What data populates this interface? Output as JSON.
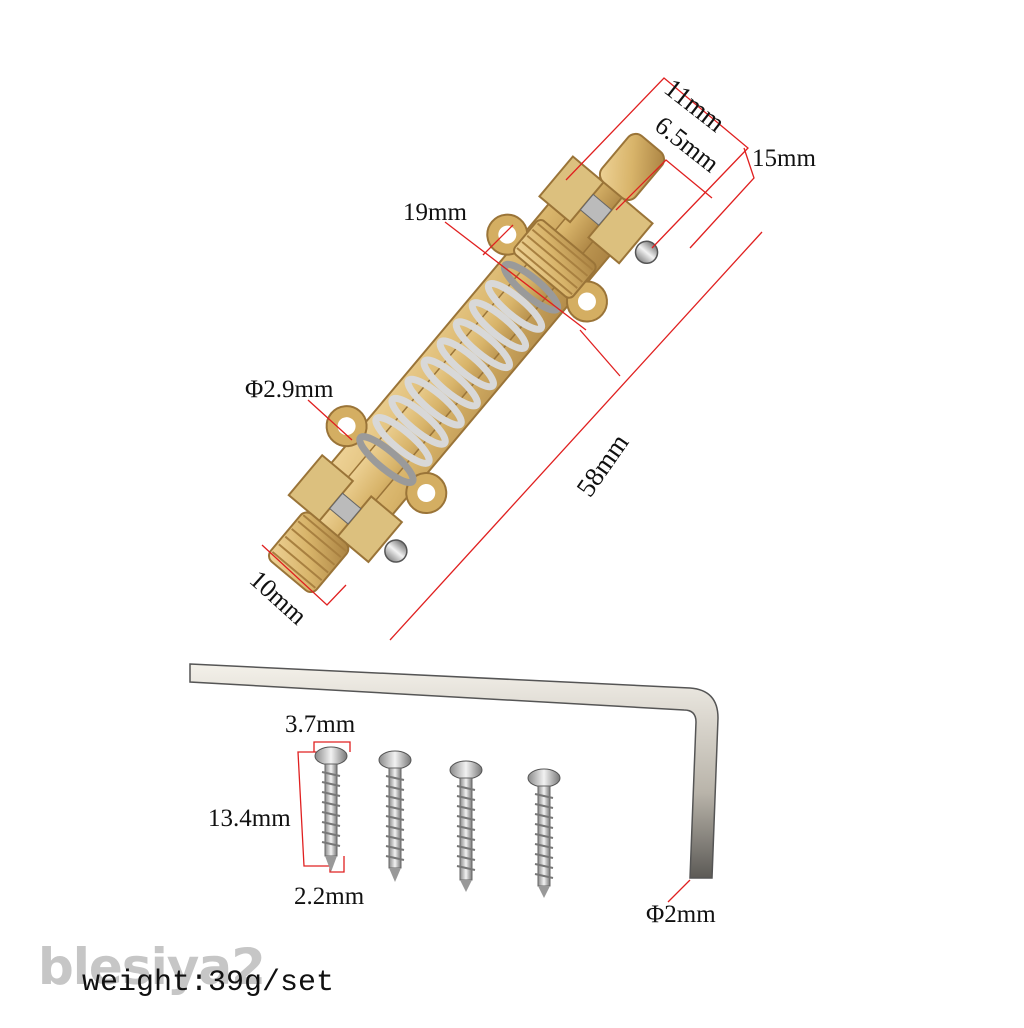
{
  "product": {
    "description": "Brass guitar tremolo stabilizer with spring, hex key and 4 mounting screws",
    "colors": {
      "brass": "#d8b46a",
      "brass_dark": "#a88040",
      "steel": "#c0c0c0",
      "steel_dark": "#6f6f6f",
      "dimension_line": "#e02020",
      "text": "#111111",
      "watermark": "#c6c6c6"
    }
  },
  "dimensions": {
    "top_width": "11mm",
    "top_inner": "6.5mm",
    "top_height": "15mm",
    "knurl_width": "19mm",
    "hole_diameter": "Φ2.9mm",
    "total_length": "58mm",
    "end_knob": "10mm",
    "screw_head": "3.7mm",
    "screw_length": "13.4mm",
    "screw_tip": "2.2mm",
    "hex_key": "Φ2mm"
  },
  "weight": "weight:39g/set",
  "watermark": "blesiya2",
  "screws": {
    "count": 4
  }
}
